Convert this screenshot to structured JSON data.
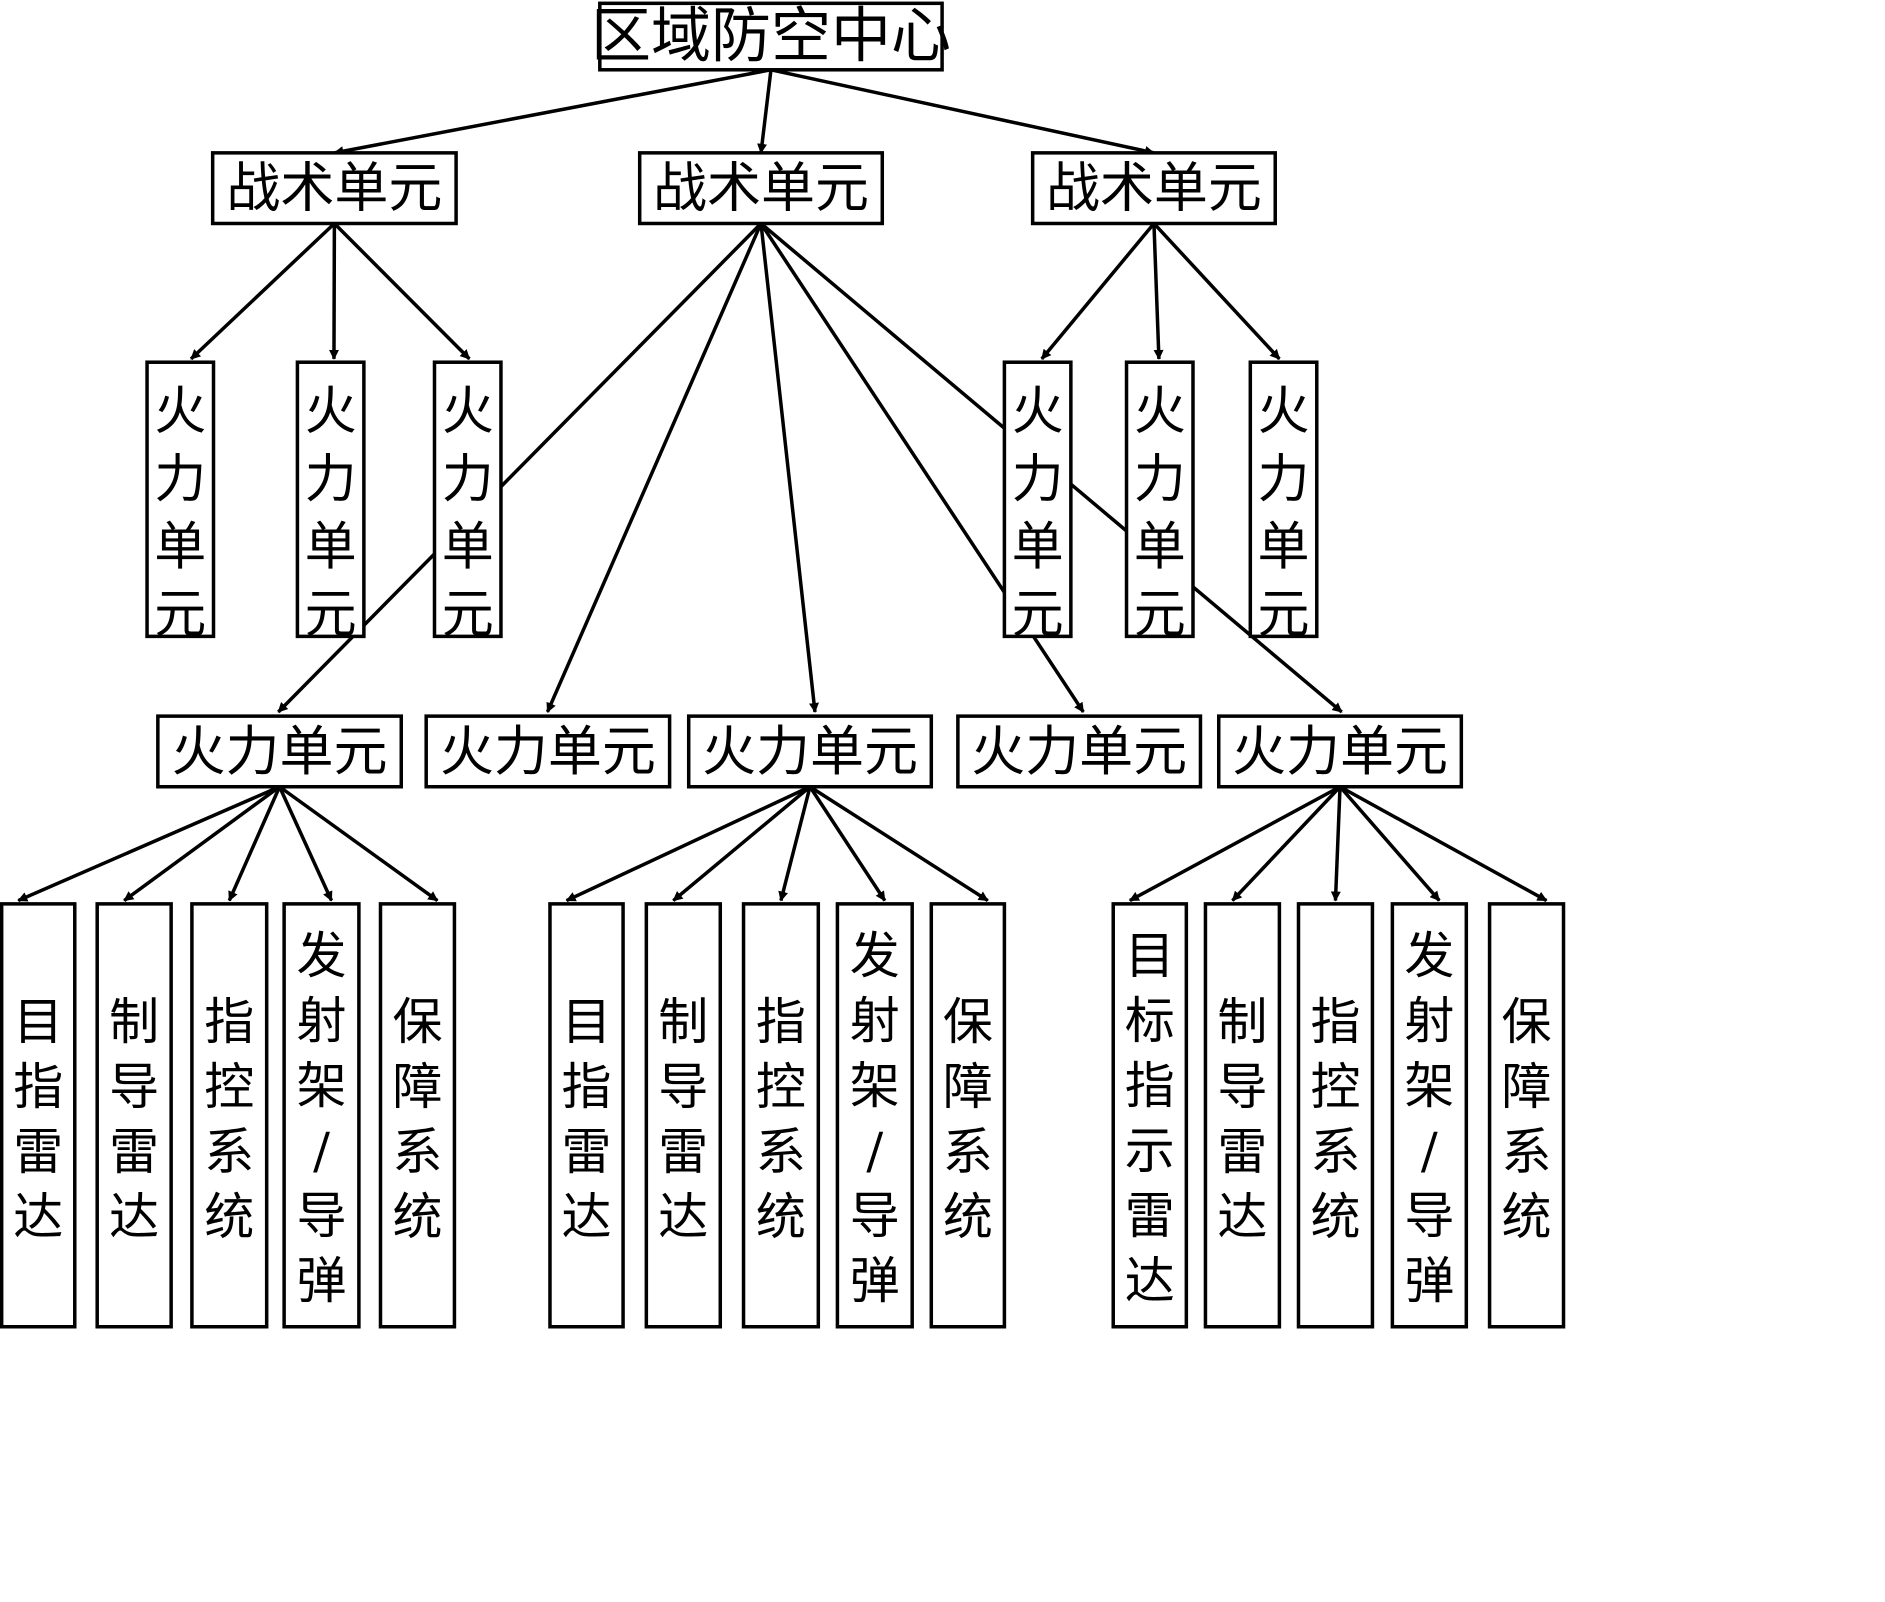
{
  "diagram": {
    "root": "区域防空中心",
    "tactical_units": [
      "战术单元",
      "战术单元",
      "战术单元"
    ],
    "fire_units_vertical": [
      "火力单元",
      "火力单元",
      "火力单元",
      "火力单元",
      "火力单元",
      "火力单元"
    ],
    "fire_units_horizontal": [
      "火力单元",
      "火力单元",
      "火力单元",
      "火力单元",
      "火力单元"
    ],
    "subsystems": [
      "目指雷达",
      "制导雷达",
      "指控系统",
      "发射架/导弹",
      "保障系统",
      "目指雷达",
      "制导雷达",
      "指控系统",
      "发射架/导弹",
      "保障系统",
      "目标指示雷达",
      "制导雷达",
      "指控系统",
      "发射架/导弹",
      "保障系统"
    ]
  }
}
